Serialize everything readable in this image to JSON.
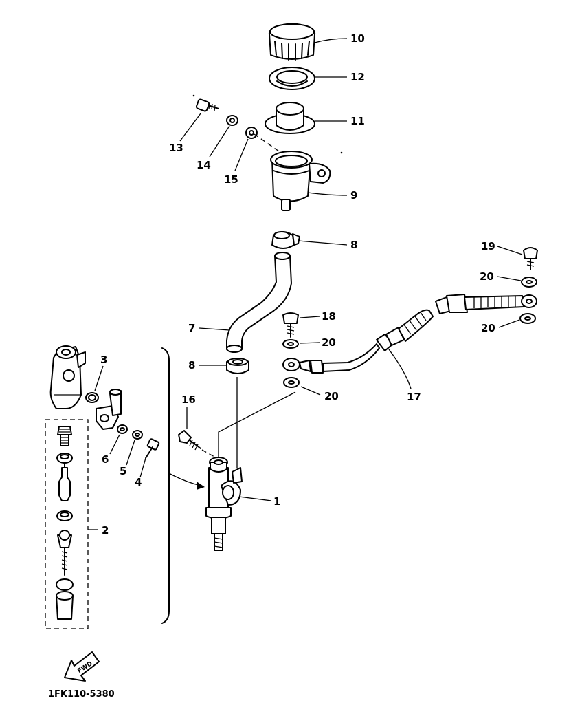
{
  "diagram": {
    "part_code": "1FK110-5380",
    "direction_badge": "FWD",
    "callouts": {
      "c1": "1",
      "c2": "2",
      "c3": "3",
      "c4": "4",
      "c5": "5",
      "c6": "6",
      "c7": "7",
      "c8a": "8",
      "c8b": "8",
      "c9": "9",
      "c10": "10",
      "c11": "11",
      "c12": "12",
      "c13": "13",
      "c14": "14",
      "c15": "15",
      "c16": "16",
      "c17": "17",
      "c18": "18",
      "c19": "19",
      "c20a": "20",
      "c20b": "20",
      "c20c": "20",
      "c20d": "20"
    }
  }
}
